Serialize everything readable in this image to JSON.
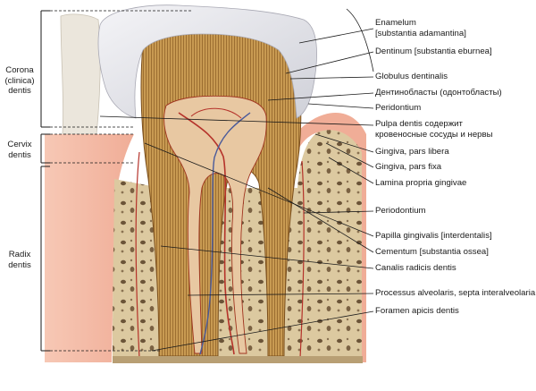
{
  "regions": {
    "corona": "Corona\n(clinica)\ndentis",
    "cervix": "Cervix\ndentis",
    "radix": "Radix\ndentis"
  },
  "labels": {
    "enamelum_1": "Enamelum",
    "enamelum_2": "[substantia adamantina]",
    "dentinum": "Dentinum [substantia eburnea]",
    "globulus": "Globulus dentinalis",
    "dentinoblast": "Дентинобласты (одонтобласты)",
    "peridontium": "Peridontium",
    "pulpa_1": "Pulpa dentis содержит",
    "pulpa_2": "кровеносные сосуды и нервы",
    "gingiva_libera": "Gingiva, pars libera",
    "gingiva_fixa": "Gingiva, pars fixa",
    "lamina": "Lamina propria gingivae",
    "periodontium": "Periodontium",
    "papilla": "Papilla gingivalis [interdentalis]",
    "cementum": "Cementum [substantia ossea]",
    "canalis": "Canalis radicis dentis",
    "processus": "Processus alveolaris, septa interalveolaria",
    "foramen": "Foramen apicis dentis"
  },
  "colors": {
    "gum": "#f3b9a4",
    "gum_dark": "#e39c84",
    "bone": "#d9c59b",
    "bone_spot": "#6b5438",
    "dentin": "#c89a52",
    "dentin_dark": "#9a6b2c",
    "enamel": "#e9e9ee",
    "pulp": "#e9c7a0",
    "vessel_red": "#b5322a",
    "vessel_blue": "#4a5a9a",
    "line": "#2a2a2a"
  }
}
